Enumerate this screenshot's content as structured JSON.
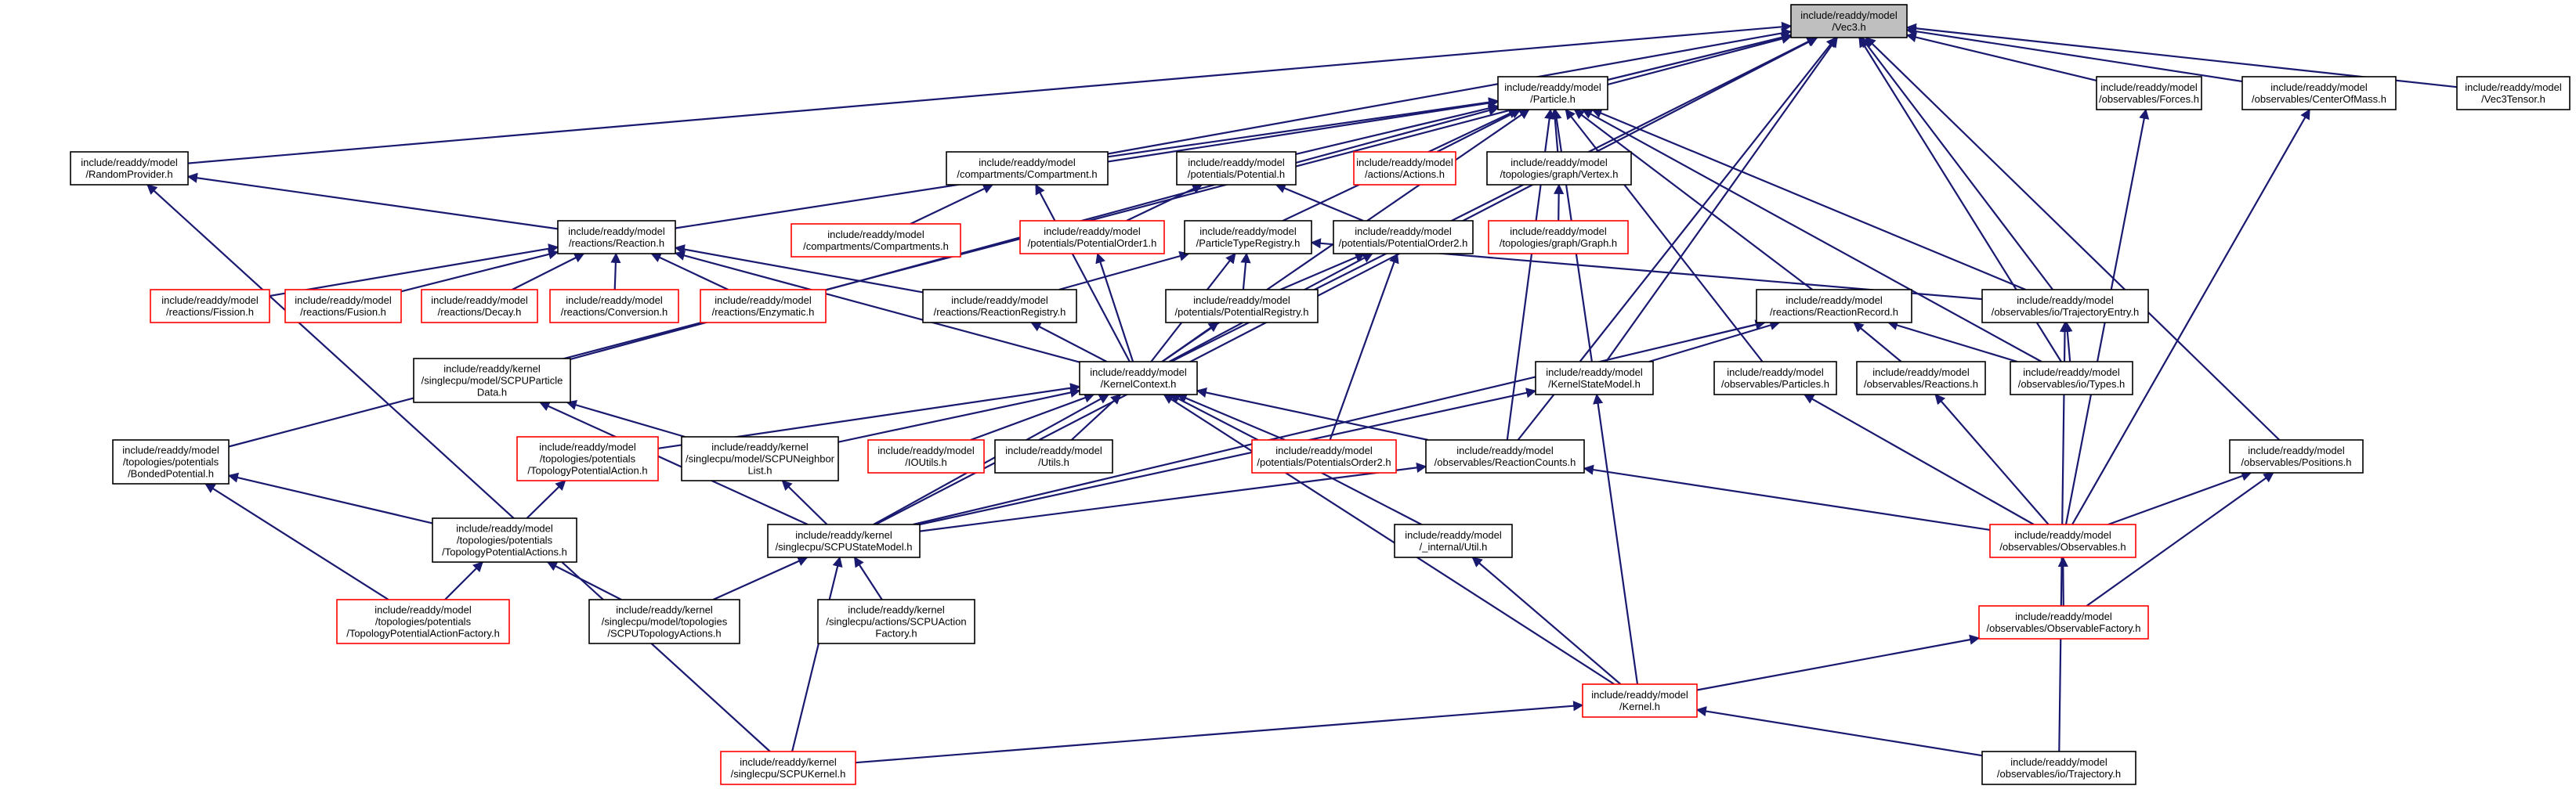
{
  "diagram": {
    "colors": {
      "edge": "#191970",
      "box_black": "#000000",
      "box_red": "#ff0000",
      "root_fill": "#bfbfbf"
    },
    "nodes": [
      {
        "id": "vec3",
        "lines": [
          "include/readdy/model",
          "/Vec3.h"
        ],
        "border": "black",
        "root": true
      },
      {
        "id": "particle",
        "lines": [
          "include/readdy/model",
          "/Particle.h"
        ],
        "border": "black"
      },
      {
        "id": "forces",
        "lines": [
          "include/readdy/model",
          "/observables/Forces.h"
        ],
        "border": "black"
      },
      {
        "id": "com",
        "lines": [
          "include/readdy/model",
          "/observables/CenterOfMass.h"
        ],
        "border": "black"
      },
      {
        "id": "vec3tensor",
        "lines": [
          "include/readdy/model",
          "/Vec3Tensor.h"
        ],
        "border": "black"
      },
      {
        "id": "random",
        "lines": [
          "include/readdy/model",
          "/RandomProvider.h"
        ],
        "border": "black"
      },
      {
        "id": "compartment",
        "lines": [
          "include/readdy/model",
          "/compartments/Compartment.h"
        ],
        "border": "black"
      },
      {
        "id": "potential",
        "lines": [
          "include/readdy/model",
          "/potentials/Potential.h"
        ],
        "border": "black"
      },
      {
        "id": "actions",
        "lines": [
          "include/readdy/model",
          "/actions/Actions.h"
        ],
        "border": "red"
      },
      {
        "id": "vertex",
        "lines": [
          "include/readdy/model",
          "/topologies/graph/Vertex.h"
        ],
        "border": "black"
      },
      {
        "id": "reaction",
        "lines": [
          "include/readdy/model",
          "/reactions/Reaction.h"
        ],
        "border": "black"
      },
      {
        "id": "compartments",
        "lines": [
          "include/readdy/model",
          "/compartments/Compartments.h"
        ],
        "border": "red"
      },
      {
        "id": "order1",
        "lines": [
          "include/readdy/model",
          "/potentials/PotentialOrder1.h"
        ],
        "border": "red"
      },
      {
        "id": "graph",
        "lines": [
          "include/readdy/model",
          "/topologies/graph/Graph.h"
        ],
        "border": "red"
      },
      {
        "id": "ptreg",
        "lines": [
          "include/readdy/model",
          "/ParticleTypeRegistry.h"
        ],
        "border": "black"
      },
      {
        "id": "order2",
        "lines": [
          "include/readdy/model",
          "/potentials/PotentialOrder2.h"
        ],
        "border": "black"
      },
      {
        "id": "fission",
        "lines": [
          "include/readdy/model",
          "/reactions/Fission.h"
        ],
        "border": "red"
      },
      {
        "id": "fusion",
        "lines": [
          "include/readdy/model",
          "/reactions/Fusion.h"
        ],
        "border": "red"
      },
      {
        "id": "decay",
        "lines": [
          "include/readdy/model",
          "/reactions/Decay.h"
        ],
        "border": "red"
      },
      {
        "id": "conversion",
        "lines": [
          "include/readdy/model",
          "/reactions/Conversion.h"
        ],
        "border": "red"
      },
      {
        "id": "enzymatic",
        "lines": [
          "include/readdy/model",
          "/reactions/Enzymatic.h"
        ],
        "border": "red"
      },
      {
        "id": "reactreg",
        "lines": [
          "include/readdy/model",
          "/reactions/ReactionRegistry.h"
        ],
        "border": "black"
      },
      {
        "id": "potreg",
        "lines": [
          "include/readdy/model",
          "/potentials/PotentialRegistry.h"
        ],
        "border": "black"
      },
      {
        "id": "reactrecord",
        "lines": [
          "include/readdy/model",
          "/reactions/ReactionRecord.h"
        ],
        "border": "black"
      },
      {
        "id": "trajentry",
        "lines": [
          "include/readdy/model",
          "/observables/io/TrajectoryEntry.h"
        ],
        "border": "black"
      },
      {
        "id": "scpupdata",
        "lines": [
          "include/readdy/kernel",
          "/singlecpu/model/SCPUParticle",
          "Data.h"
        ],
        "border": "black"
      },
      {
        "id": "kernelctx",
        "lines": [
          "include/readdy/model",
          "/KernelContext.h"
        ],
        "border": "black"
      },
      {
        "id": "ksm",
        "lines": [
          "include/readdy/model",
          "/KernelStateModel.h"
        ],
        "border": "black"
      },
      {
        "id": "obsparticles",
        "lines": [
          "include/readdy/model",
          "/observables/Particles.h"
        ],
        "border": "black"
      },
      {
        "id": "obsreactions",
        "lines": [
          "include/readdy/model",
          "/observables/Reactions.h"
        ],
        "border": "black"
      },
      {
        "id": "types",
        "lines": [
          "include/readdy/model",
          "/observables/io/Types.h"
        ],
        "border": "black"
      },
      {
        "id": "bonded",
        "lines": [
          "include/readdy/model",
          "/topologies/potentials",
          "/BondedPotential.h"
        ],
        "border": "black"
      },
      {
        "id": "topopotaction",
        "lines": [
          "include/readdy/model",
          "/topologies/potentials",
          "/TopologyPotentialAction.h"
        ],
        "border": "red"
      },
      {
        "id": "neighborlist",
        "lines": [
          "include/readdy/kernel",
          "/singlecpu/model/SCPUNeighbor",
          "List.h"
        ],
        "border": "black"
      },
      {
        "id": "ioutils",
        "lines": [
          "include/readdy/model",
          "/IOUtils.h"
        ],
        "border": "red"
      },
      {
        "id": "utils",
        "lines": [
          "include/readdy/model",
          "/Utils.h"
        ],
        "border": "black"
      },
      {
        "id": "potsorder2",
        "lines": [
          "include/readdy/model",
          "/potentials/PotentialsOrder2.h"
        ],
        "border": "red"
      },
      {
        "id": "reactcounts",
        "lines": [
          "include/readdy/model",
          "/observables/ReactionCounts.h"
        ],
        "border": "black"
      },
      {
        "id": "positions",
        "lines": [
          "include/readdy/model",
          "/observables/Positions.h"
        ],
        "border": "black"
      },
      {
        "id": "topopotactions",
        "lines": [
          "include/readdy/model",
          "/topologies/potentials",
          "/TopologyPotentialActions.h"
        ],
        "border": "black"
      },
      {
        "id": "scpustate",
        "lines": [
          "include/readdy/kernel",
          "/singlecpu/SCPUStateModel.h"
        ],
        "border": "black"
      },
      {
        "id": "internalutil",
        "lines": [
          "include/readdy/model",
          "/_internal/Util.h"
        ],
        "border": "black"
      },
      {
        "id": "observables",
        "lines": [
          "include/readdy/model",
          "/observables/Observables.h"
        ],
        "border": "red"
      },
      {
        "id": "topoactfactory",
        "lines": [
          "include/readdy/model",
          "/topologies/potentials",
          "/TopologyPotentialActionFactory.h"
        ],
        "border": "red"
      },
      {
        "id": "scputopoactions",
        "lines": [
          "include/readdy/kernel",
          "/singlecpu/model/topologies",
          "/SCPUTopologyActions.h"
        ],
        "border": "black"
      },
      {
        "id": "scpuactfactory",
        "lines": [
          "include/readdy/kernel",
          "/singlecpu/actions/SCPUAction",
          "Factory.h"
        ],
        "border": "black"
      },
      {
        "id": "obsfactory",
        "lines": [
          "include/readdy/model",
          "/observables/ObservableFactory.h"
        ],
        "border": "red"
      },
      {
        "id": "kernel",
        "lines": [
          "include/readdy/model",
          "/Kernel.h"
        ],
        "border": "red"
      },
      {
        "id": "scpukernel",
        "lines": [
          "include/readdy/kernel",
          "/singlecpu/SCPUKernel.h"
        ],
        "border": "red"
      },
      {
        "id": "trajectory",
        "lines": [
          "include/readdy/model",
          "/observables/io/Trajectory.h"
        ],
        "border": "black"
      }
    ]
  }
}
